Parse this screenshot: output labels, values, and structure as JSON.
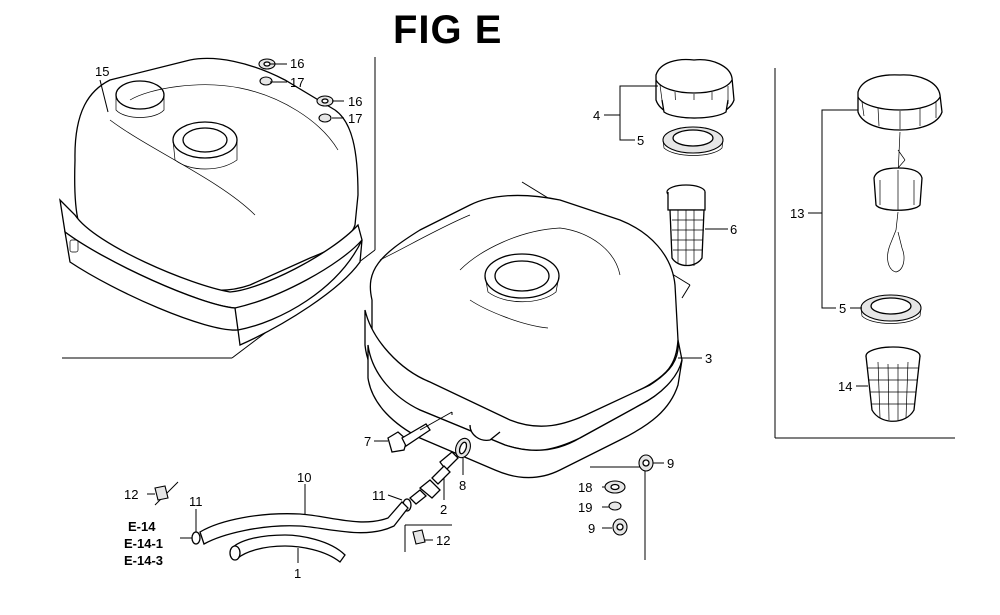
{
  "title": "FIG E",
  "callouts": {
    "c1": "1",
    "c2": "2",
    "c3": "3",
    "c4": "4",
    "c5a": "5",
    "c5b": "5",
    "c6": "6",
    "c7": "7",
    "c8": "8",
    "c9a": "9",
    "c9b": "9",
    "c10": "10",
    "c11a": "11",
    "c11b": "11",
    "c12a": "12",
    "c12b": "12",
    "c13": "13",
    "c14": "14",
    "c15": "15",
    "c16a": "16",
    "c16b": "16",
    "c17a": "17",
    "c17b": "17",
    "c18": "18",
    "c19": "19"
  },
  "references": [
    "E-14",
    "E-14-1",
    "E-14-3"
  ]
}
